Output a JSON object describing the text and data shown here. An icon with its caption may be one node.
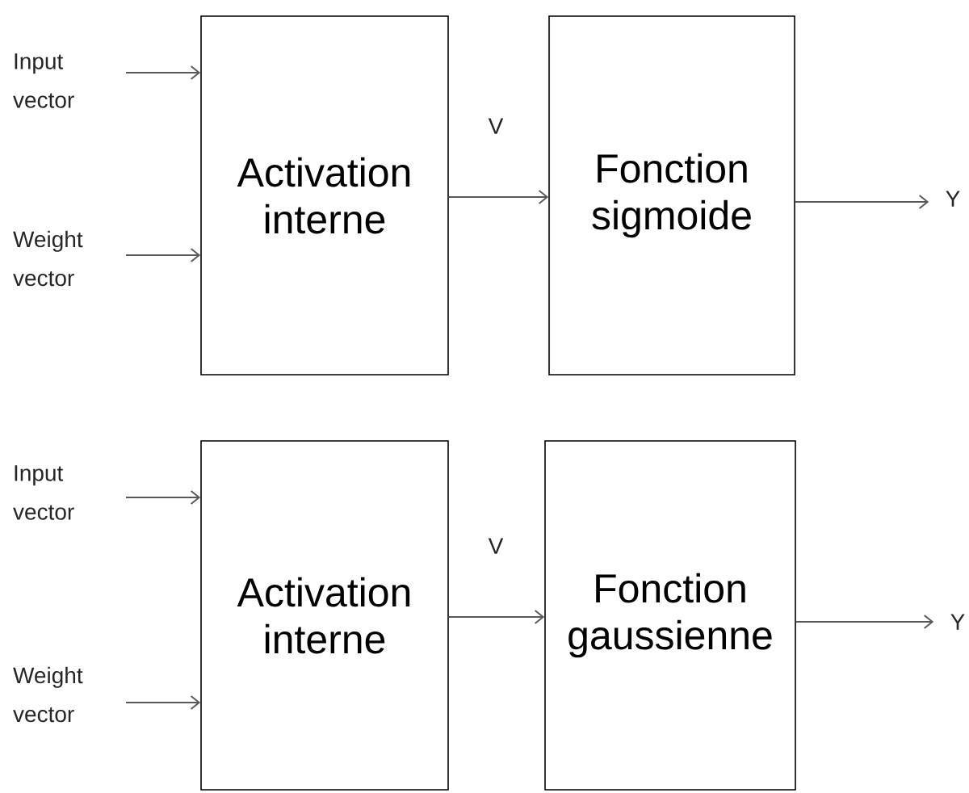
{
  "diagram": {
    "nodes": [
      {
        "text": [
          "Input vector"
        ]
      },
      {
        "text": [
          "Weight vector"
        ]
      },
      {
        "text": [
          "Activation interne"
        ]
      },
      {
        "text": [
          "Fonction sigmoide"
        ]
      },
      {
        "text": [
          "Y"
        ]
      },
      {
        "text": [
          "Input vector"
        ]
      },
      {
        "text": [
          "Weight vector"
        ]
      },
      {
        "text": [
          "Activation interne"
        ]
      },
      {
        "text": [
          "Fonction gaussienne"
        ]
      },
      {
        "text": [
          "Y"
        ]
      }
    ],
    "edges": [
      {
        "from": 0,
        "to": 2,
        "arrow": "to"
      },
      {
        "from": 1,
        "to": 2,
        "arrow": "to"
      },
      {
        "from": 2,
        "to": 3,
        "arrow": "to",
        "label": "V"
      },
      {
        "from": 3,
        "to": 4,
        "arrow": "to"
      },
      {
        "from": 5,
        "to": 7,
        "arrow": "to"
      },
      {
        "from": 6,
        "to": 7,
        "arrow": "to"
      },
      {
        "from": 7,
        "to": 8,
        "arrow": "to",
        "label": "V"
      },
      {
        "from": 8,
        "to": 9,
        "arrow": "to"
      }
    ]
  }
}
